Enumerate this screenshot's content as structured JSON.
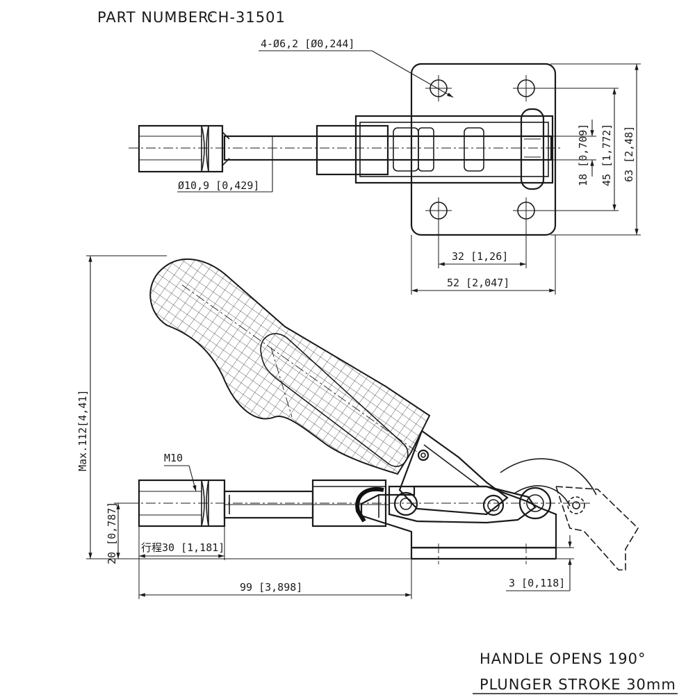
{
  "title": {
    "part_number_label": "PART NUMBER:",
    "part_number": "CH-31501"
  },
  "dimensions_top_view": {
    "hole_spec": "4-Ø6,2 [Ø0,244]",
    "plunger_dia": "Ø10,9 [0,429]",
    "d18": "18 [0,709]",
    "d45": "45 [1,772]",
    "d63": "63 [2,48]",
    "d32": "32 [1,26]",
    "d52": "52 [2,047]"
  },
  "dimensions_side_view": {
    "max_height": "Max.112[4,41]",
    "thread": "M10",
    "d20": "20 [0,787]",
    "stroke": "行程30 [1,181]",
    "d99": "99 [3,898]",
    "d3": "3 [0,118]"
  },
  "notes": {
    "handle_opens": "HANDLE OPENS 190°",
    "plunger_stroke": "PLUNGER STROKE   30mm"
  }
}
